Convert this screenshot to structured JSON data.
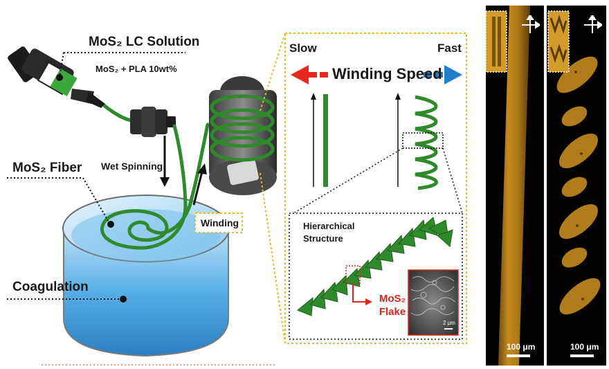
{
  "schematic": {
    "lc_solution_label": "MoS₂ LC Solution",
    "lc_solution_sub": "MoS₂ + PLA 10wt%",
    "wet_spinning_label": "Wet Spinning",
    "fiber_label": "MoS₂ Fiber",
    "coagulation_label": "Coagulation",
    "winding_label": "Winding"
  },
  "winding_panel": {
    "slow_label": "Slow",
    "fast_label": "Fast",
    "speed_label": "Winding Speed",
    "slow_color": "#e8281e",
    "fast_color": "#1f7fc8",
    "border_color": "#e2b72a"
  },
  "hierarchy_panel": {
    "title": "Hierarchical Structure",
    "flake_label": "MoS₂ Flake",
    "sem_scale_label": "2 μm",
    "accent_color": "#d9271d"
  },
  "micrographs": [
    {
      "scale_label": "100 μm",
      "icon": "crossed-polarizer-icon"
    },
    {
      "scale_label": "100 μm",
      "icon": "crossed-polarizer-icon"
    }
  ],
  "colors": {
    "fiber_green": "#2f8a2c",
    "bath_blue": "#3fa2df",
    "micrograph_amber": "#c48a1e"
  }
}
